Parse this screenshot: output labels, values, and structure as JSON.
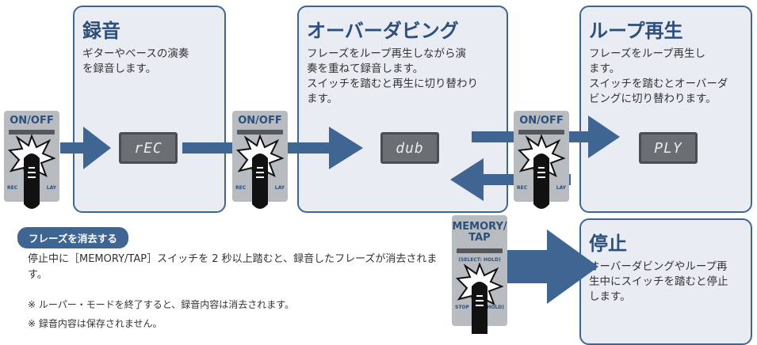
{
  "panels": {
    "record": {
      "title": "録音",
      "desc": "ギターやベースの演奏\nを録音します。"
    },
    "overdub": {
      "title": "オーバーダビング",
      "desc": "フレーズをループ再生しながら演\n奏を重ねて録音します。\nスイッチを踏むと再生に切り替わり\nます。"
    },
    "play": {
      "title": "ループ再生",
      "desc": "フレーズをループ再生し\nます。\nスイッチを踏むとオーバーダ\nビングに切り替わります。"
    },
    "stop": {
      "title": "停止",
      "desc": "オーバーダビングやループ再\n生中にスイッチを踏むと停止\nします。"
    }
  },
  "displays": {
    "record": "rEC",
    "overdub": "dub",
    "play": "PLY"
  },
  "pedals": {
    "onoff_label": "ON/OFF",
    "onoff_bottom_left": "REC",
    "onoff_bottom_right": "LAY",
    "memory_label_1": "MEMORY/",
    "memory_label_2": "TAP",
    "memory_sub": "(SELECT: HOLD)",
    "memory_bottom_left": "STOP",
    "memory_bottom_right": "(HOLD)"
  },
  "note": {
    "badge": "フレーズを消去する",
    "text": "停止中に［MEMORY/TAP］スイッチを 2 秒以上踏むと、録音したフレーズが消去されます。",
    "line1": "※ ルーパー・モードを終了すると、録音内容は消去されます。",
    "line2": "※ 録音内容は保存されません。"
  },
  "colors": {
    "accent": "#3f6592",
    "panel_bg": "#e9edf3",
    "arrow": "#3f6592"
  }
}
